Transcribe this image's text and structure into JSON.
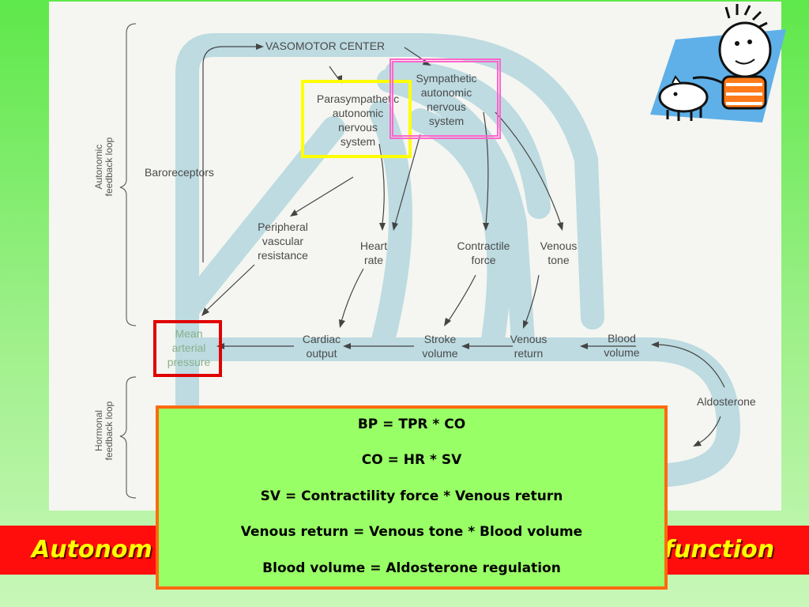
{
  "diagram": {
    "vasomotor_center": "VASOMOTOR CENTER",
    "parasympathetic": [
      "Parasympathetic",
      "autonomic",
      "nervous",
      "system"
    ],
    "sympathetic": [
      "Sympathetic",
      "autonomic",
      "nervous",
      "system"
    ],
    "baroreceptors": "Baroreceptors",
    "peripheral_resistance": [
      "Peripheral",
      "vascular",
      "resistance"
    ],
    "heart_rate": [
      "Heart",
      "rate"
    ],
    "contractile_force": [
      "Contractile",
      "force"
    ],
    "venous_tone": [
      "Venous",
      "tone"
    ],
    "mean_arterial_pressure": [
      "Mean",
      "arterial",
      "pressure"
    ],
    "cardiac_output": [
      "Cardiac",
      "output"
    ],
    "stroke_volume": [
      "Stroke",
      "volume"
    ],
    "venous_return": [
      "Venous",
      "return"
    ],
    "blood_volume": [
      "Blood",
      "volume"
    ],
    "aldosterone": "Aldosterone",
    "autonomic_loop_label": [
      "Autonomic",
      "feedback loop"
    ],
    "hormonal_loop_label": [
      "Hormonal",
      "feedback loop"
    ]
  },
  "highlight_colors": {
    "parasympathetic": "#ffff00",
    "sympathetic": "#ff66cc",
    "mean_arterial_pressure": "#e00000"
  },
  "title": {
    "left": "Autonom",
    "right": "function"
  },
  "formulas": [
    "BP = TPR * CO",
    "CO = HR * SV",
    "SV = Contractility force * Venous return",
    "Venous return = Venous tone * Blood volume",
    "Blood volume = Aldosterone regulation"
  ],
  "colors": {
    "background_green": "#5ee84a",
    "title_bar": "#ff0d0d",
    "title_text": "#ffff00",
    "formula_box": "#99ff66",
    "formula_border": "#ff6a10",
    "pathway": "#bddbe1"
  },
  "icons": [
    "cartoon-boy-piggy-bank-icon"
  ]
}
